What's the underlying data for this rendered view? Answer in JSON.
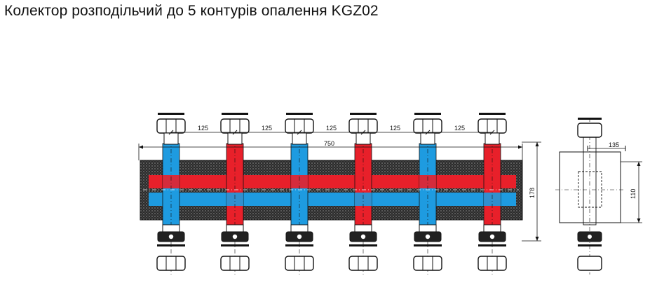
{
  "title": "Колектор розподільчий до 5 контурів опалення KGZ02",
  "dimensions": {
    "pitch": [
      "125",
      "125",
      "125",
      "125",
      "125"
    ],
    "overall_length": "750",
    "height": "178",
    "side_depth": "135",
    "side_height": "110"
  },
  "colors": {
    "supply": "#e8202a",
    "return": "#1e9be0",
    "insulation": "#2a2a2a",
    "line": "#111111"
  },
  "circuits": [
    {
      "id": 1,
      "riser": "return"
    },
    {
      "id": 2,
      "riser": "supply"
    },
    {
      "id": 3,
      "riser": "return"
    },
    {
      "id": 4,
      "riser": "supply"
    },
    {
      "id": 5,
      "riser": "return"
    },
    {
      "id": 6,
      "riser": "supply"
    }
  ]
}
